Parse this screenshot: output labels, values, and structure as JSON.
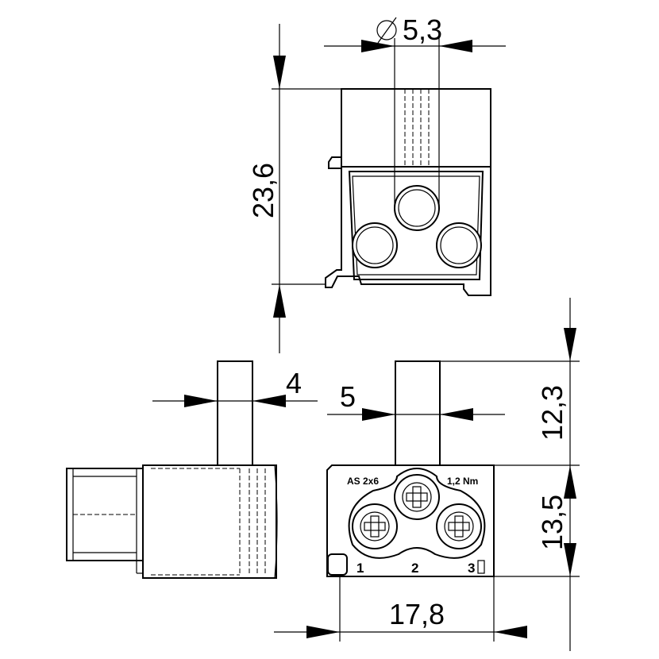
{
  "dimensions": {
    "bore_diameter": "5,3",
    "top_height": "23,6",
    "pin_side_width": "4",
    "pin_front_width": "5",
    "pin_length": "12,3",
    "body_height": "13,5",
    "body_width": "17,8"
  },
  "markings": {
    "left_text": "AS 2x6",
    "right_text": "1,2 Nm",
    "port_1": "1",
    "port_2": "2",
    "port_3": "3"
  }
}
